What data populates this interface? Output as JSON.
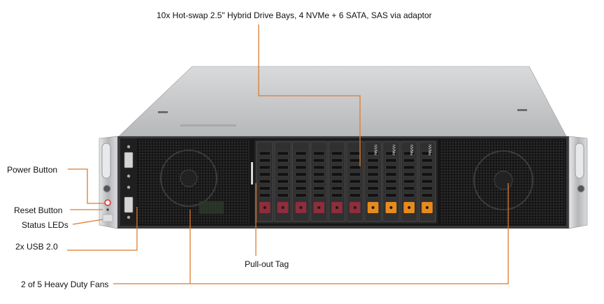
{
  "callouts": {
    "drive_bays": "10x Hot-swap 2.5\" Hybrid Drive Bays, 4 NVMe  + 6 SATA,  SAS  via adaptor",
    "power_button": "Power Button",
    "reset_button": "Reset Button",
    "status_leds": "Status LEDs",
    "usb": "2x USB 2.0",
    "pull_out_tag": "Pull-out Tag",
    "fans": "2 of 5 Heavy Duty Fans"
  },
  "drive_labels": [
    "NVMe",
    "NVMe",
    "NVMe",
    "NVMe"
  ],
  "colors": {
    "leader_line": "#e07b2a",
    "chassis_top": "#c9cacc",
    "front_panel": "#1a1a1a",
    "sata_tab": "#8e2d3c",
    "nvme_tab": "#e98a1c",
    "ear": "#c8c9cb"
  }
}
